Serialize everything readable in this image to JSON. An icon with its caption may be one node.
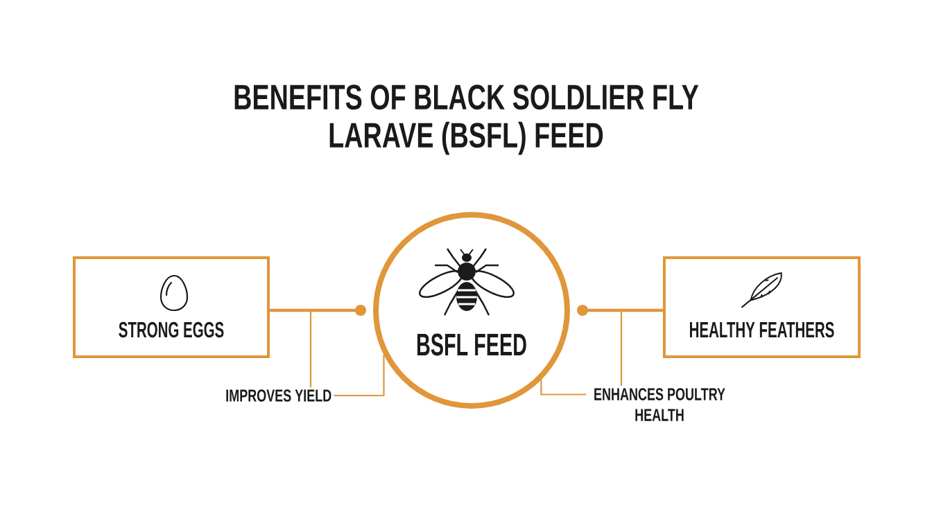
{
  "diagram": {
    "title": "BENEFITS OF BLACK SOLDLIER FLY LARAVE (BSFL) FEED",
    "nodes": [
      {
        "text": [
          "STRONG EGGS"
        ]
      },
      {
        "text": [
          "BSFL FEED"
        ]
      },
      {
        "text": [
          "HEALTHY FEATHERS"
        ]
      },
      {
        "text": [
          "IMPROVES YIELD"
        ]
      },
      {
        "text": [
          "ENHANCES POULTRY HEALTH"
        ]
      }
    ],
    "edges": [
      {
        "from": 0,
        "to": 1,
        "arrow": "other",
        "style": "thick"
      },
      {
        "from": 0,
        "to": 3,
        "arrow": "none"
      },
      {
        "from": 3,
        "to": 1,
        "arrow": "none"
      },
      {
        "from": 2,
        "to": 1,
        "arrow": "other",
        "style": "thick"
      },
      {
        "from": 2,
        "to": 4,
        "arrow": "none"
      },
      {
        "from": 4,
        "to": 1,
        "arrow": "none"
      }
    ]
  }
}
